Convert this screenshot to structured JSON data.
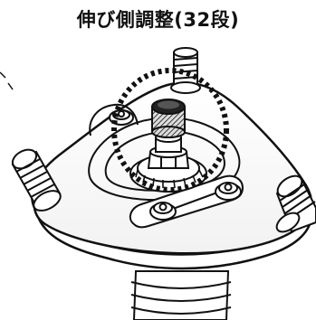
{
  "title": "伸び側調整(32段)",
  "colors": {
    "line": "#111111",
    "paper": "#ffffff",
    "knob_dark": "#222222",
    "knob_light": "#dddddd"
  },
  "icons": [
    "strut-top-mount-illustration",
    "dotted-callout-circle",
    "adjuster-knob"
  ]
}
